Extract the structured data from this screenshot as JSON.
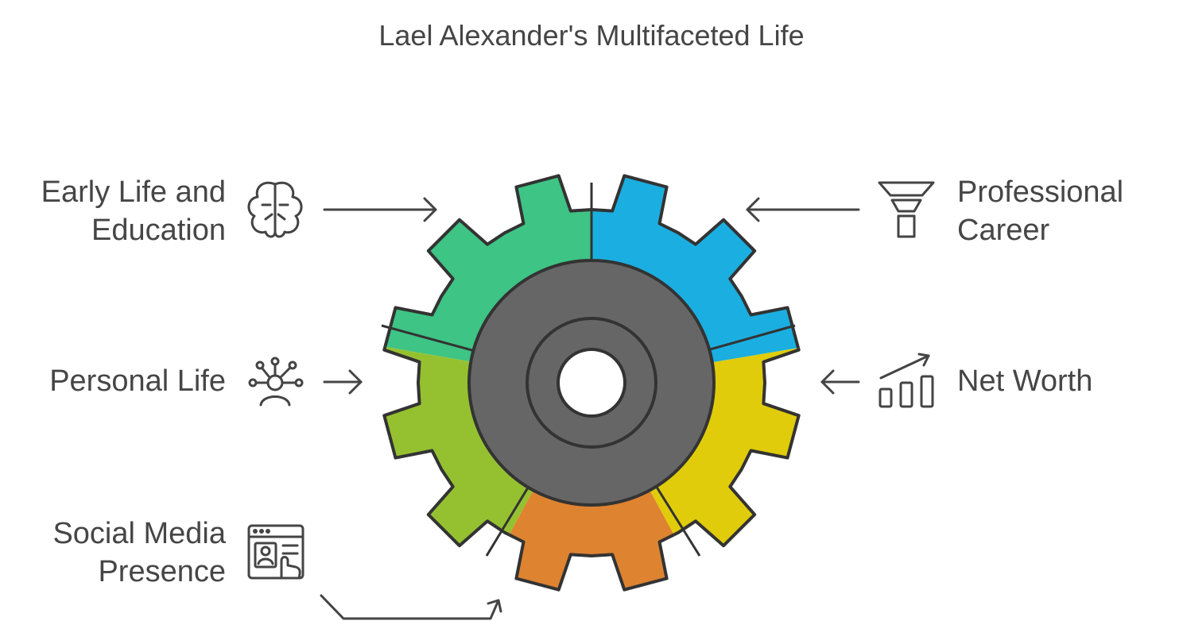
{
  "title": "Lael Alexander's Multifaceted Life",
  "items": [
    {
      "label": "Early Life and Education",
      "icon": "brain-icon",
      "color": "#3ec484"
    },
    {
      "label": "Professional Career",
      "icon": "funnel-icon",
      "color": "#1aafe0"
    },
    {
      "label": "Personal Life",
      "icon": "network-person-icon",
      "color": "#95c131"
    },
    {
      "label": "Net Worth",
      "icon": "bar-chart-growth-icon",
      "color": "#e0cc0a"
    },
    {
      "label": "Social Media Presence",
      "icon": "web-profile-click-icon",
      "color": "#de8330"
    }
  ],
  "colors": {
    "hub": "#666666",
    "stroke": "#333333",
    "text": "#464646"
  }
}
